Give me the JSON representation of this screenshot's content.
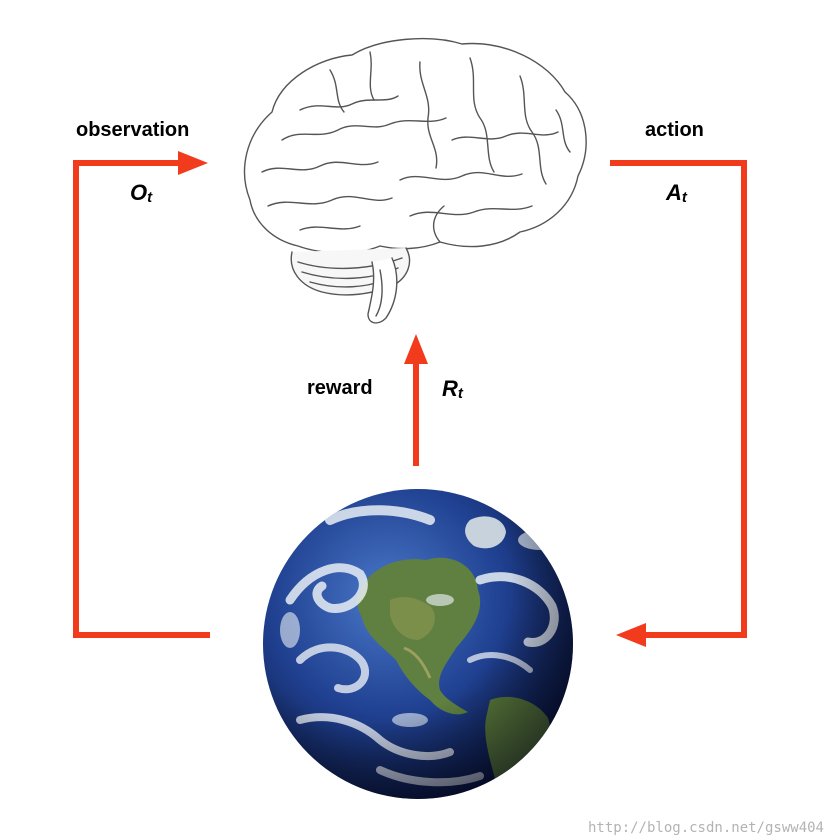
{
  "labels": {
    "observation": "observation",
    "observation_symbol": "O",
    "observation_subscript": "t",
    "action": "action",
    "action_symbol": "A",
    "action_subscript": "t",
    "reward": "reward",
    "reward_symbol": "R",
    "reward_subscript": "t"
  },
  "watermark": "http://blog.csdn.net/gsww404",
  "colors": {
    "arrow": "#f23b1c",
    "brain_stroke": "#555555",
    "earth_ocean": "#1f3f8f",
    "earth_land": "#5f8040",
    "earth_cloud": "#e8eef5"
  },
  "icons": {
    "agent": "brain-icon",
    "environment": "earth-icon"
  }
}
